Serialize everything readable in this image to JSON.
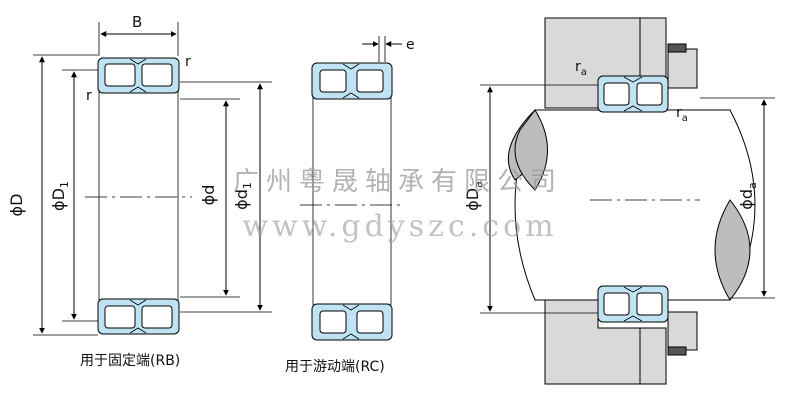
{
  "labels": {
    "B": "B",
    "r_top": "r",
    "r_left": "r",
    "e": "e",
    "ra_top": "r",
    "ra_top_sub": "a",
    "ra_side": "r",
    "ra_side_sub": "a",
    "phiD": "ϕD",
    "phiD1": "ϕD",
    "phiD1_sub": "1",
    "phid": "ϕd",
    "phid1": "ϕd",
    "phid1_sub": "1",
    "phiDa": "ϕD",
    "phiDa_sub": "a",
    "phida": "ϕd",
    "phida_sub": "a"
  },
  "captions": {
    "fixed": "用于固定端(RB)",
    "floating": "用于游动端(RC)"
  },
  "watermark": {
    "company": "广州粤晟轴承有限公司",
    "url": "www.gdyszc.com"
  },
  "colors": {
    "bearing": "#bfe3f2",
    "housing": "#d9d9d9",
    "shaft_section": "#bdbdbd",
    "watermark": "#9a9a9a"
  }
}
